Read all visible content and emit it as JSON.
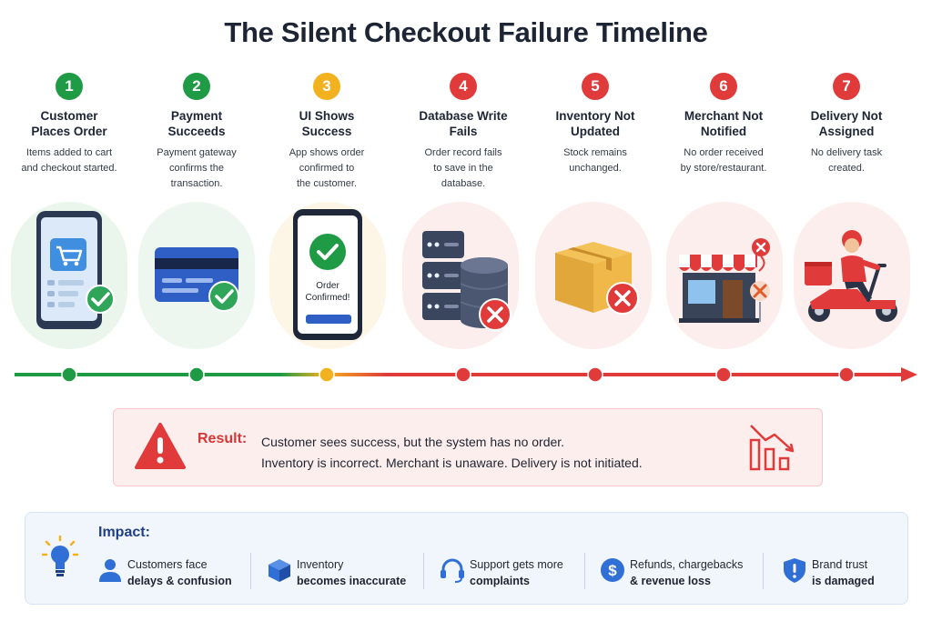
{
  "title": "The Silent Checkout Failure Timeline",
  "colors": {
    "green": "#1f9a45",
    "amber": "#f2b21f",
    "red": "#e03a3a",
    "navy": "#1f3f86"
  },
  "steps": [
    {
      "number": "1",
      "title": "Customer\nPlaces Order",
      "desc": "Items added to cart\nand checkout started.",
      "status": "green"
    },
    {
      "number": "2",
      "title": "Payment\nSucceeds",
      "desc": "Payment gateway\nconfirms the\ntransaction.",
      "status": "green"
    },
    {
      "number": "3",
      "title": "UI Shows\nSuccess",
      "desc": "App shows order\nconfirmed to\nthe customer.",
      "status": "amber"
    },
    {
      "number": "4",
      "title": "Database Write\nFails",
      "desc": "Order record fails\nto save in the\ndatabase.",
      "status": "red"
    },
    {
      "number": "5",
      "title": "Inventory Not\nUpdated",
      "desc": "Stock remains\nunchanged.",
      "status": "red"
    },
    {
      "number": "6",
      "title": "Merchant Not\nNotified",
      "desc": "No order received\nby store/restaurant.",
      "status": "red"
    },
    {
      "number": "7",
      "title": "Delivery Not\nAssigned",
      "desc": "No delivery task\ncreated.",
      "status": "red"
    }
  ],
  "phone_confirm": {
    "line1": "Order",
    "line2": "Confirmed!"
  },
  "result": {
    "label": "Result:",
    "line1": "Customer sees success, but the system has no order.",
    "line2": "Inventory is incorrect. Merchant is unaware. Delivery is not initiated."
  },
  "impact": {
    "title": "Impact:",
    "items": [
      {
        "icon": "user-icon",
        "line1": "Customers face",
        "line2": "delays & confusion"
      },
      {
        "icon": "box-icon",
        "line1": "Inventory",
        "line2": "becomes inaccurate"
      },
      {
        "icon": "headset-icon",
        "line1": "Support gets more",
        "line2": "complaints"
      },
      {
        "icon": "dollar-icon",
        "line1": "Refunds, chargebacks",
        "line2": "& revenue loss"
      },
      {
        "icon": "shield-icon",
        "line1": "Brand trust",
        "line2": "is damaged"
      }
    ]
  }
}
